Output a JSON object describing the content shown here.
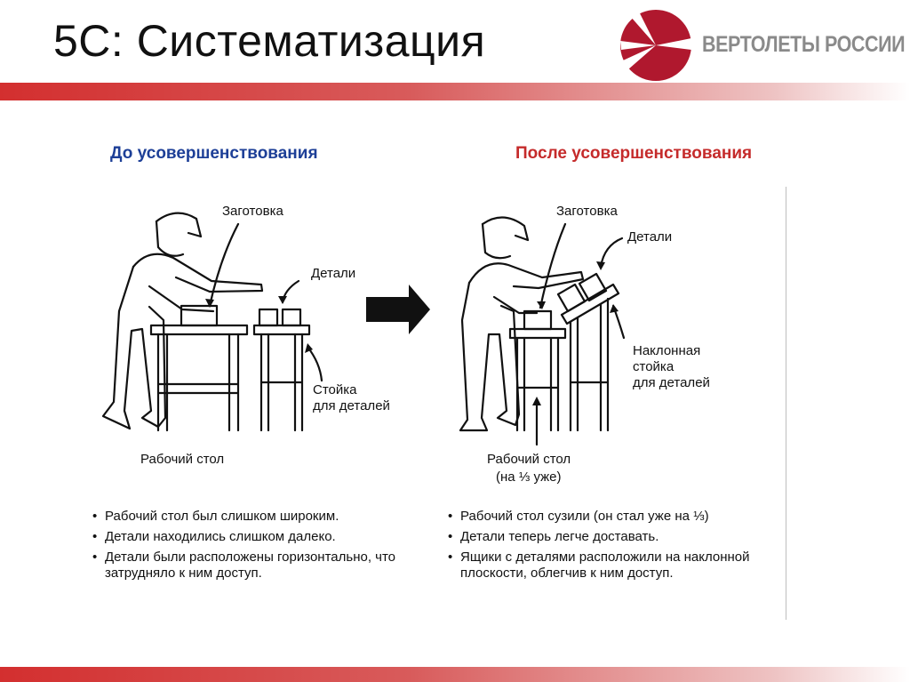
{
  "title": "5С: Систематизация",
  "logo": {
    "text": "ВЕРТОЛЕТЫ РОССИИ"
  },
  "before": {
    "heading": "До усовершенствования",
    "labels": {
      "blank": "Заготовка",
      "parts": "Детали",
      "rack_line1": "Стойка",
      "rack_line2": "для деталей",
      "table": "Рабочий стол"
    },
    "bullets": [
      "Рабочий стол был слишком широким.",
      "Детали находились слишком далеко.",
      "Детали были расположены горизонтально, что затрудняло к ним доступ."
    ]
  },
  "after": {
    "heading": "После усовершенствования",
    "labels": {
      "blank": "Заготовка",
      "parts": "Детали",
      "rack_line1": "Наклонная",
      "rack_line2": "стойка",
      "rack_line3": "для деталей",
      "table_line1": "Рабочий стол",
      "table_line2": "(на ⅓ уже)"
    },
    "bullets": [
      "Рабочий стол сузили (он стал уже на ⅓)",
      "Детали теперь легче доставать.",
      "Ящики с деталями расположили на наклонной плоскости, облегчив к ним доступ."
    ]
  },
  "colors": {
    "accent": "#d32f2f",
    "before_heading": "#1d3f97",
    "after_heading": "#c52b2b",
    "logo": "#b0182e"
  }
}
